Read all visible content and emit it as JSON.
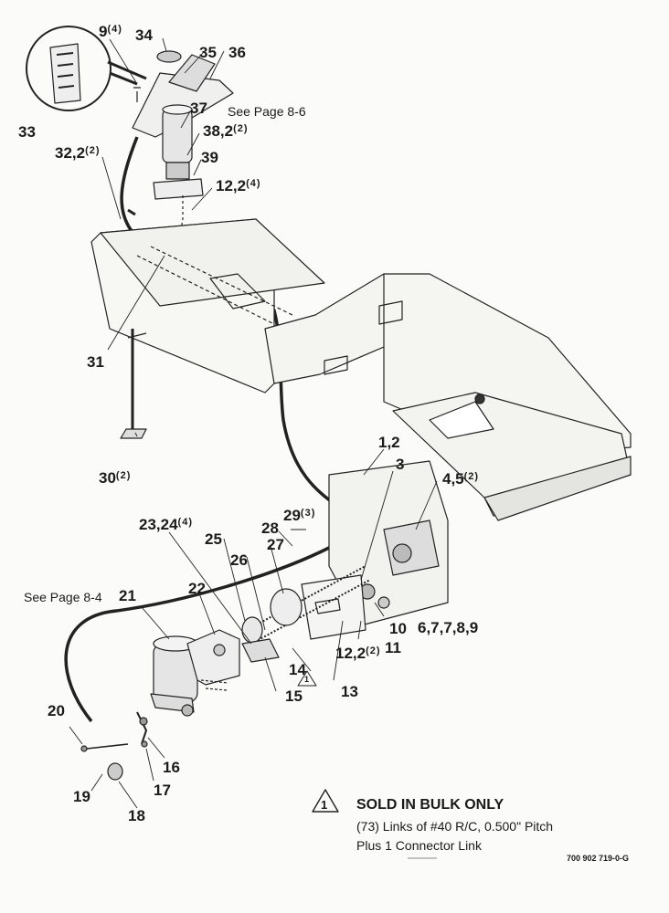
{
  "callouts": [
    {
      "id": "c9",
      "num": "9",
      "qty": "(4)"
    },
    {
      "id": "c34",
      "num": "34",
      "qty": ""
    },
    {
      "id": "c35",
      "num": "35",
      "qty": ""
    },
    {
      "id": "c36",
      "num": "36",
      "qty": ""
    },
    {
      "id": "c33",
      "num": "33",
      "qty": ""
    },
    {
      "id": "c37",
      "num": "37",
      "qty": ""
    },
    {
      "id": "c38",
      "num": "38,2",
      "qty": "(2)"
    },
    {
      "id": "c39",
      "num": "39",
      "qty": ""
    },
    {
      "id": "c32",
      "num": "32,2",
      "qty": "(2)"
    },
    {
      "id": "c12a",
      "num": "12,2",
      "qty": "(4)"
    },
    {
      "id": "c31",
      "num": "31",
      "qty": ""
    },
    {
      "id": "c30",
      "num": "30",
      "qty": "(2)"
    },
    {
      "id": "c1",
      "num": "1,2",
      "qty": ""
    },
    {
      "id": "c3",
      "num": "3",
      "qty": ""
    },
    {
      "id": "c4",
      "num": "4,5",
      "qty": "(2)"
    },
    {
      "id": "c29",
      "num": "29",
      "qty": "(3)"
    },
    {
      "id": "c23",
      "num": "23,24",
      "qty": "(4)"
    },
    {
      "id": "c28",
      "num": "28",
      "qty": ""
    },
    {
      "id": "c25",
      "num": "25",
      "qty": ""
    },
    {
      "id": "c27",
      "num": "27",
      "qty": ""
    },
    {
      "id": "c26",
      "num": "26",
      "qty": ""
    },
    {
      "id": "c21",
      "num": "21",
      "qty": ""
    },
    {
      "id": "c22",
      "num": "22",
      "qty": ""
    },
    {
      "id": "c10",
      "num": "10",
      "qty": ""
    },
    {
      "id": "c6",
      "num": "6,7,7,8,9",
      "qty": ""
    },
    {
      "id": "c11",
      "num": "11",
      "qty": ""
    },
    {
      "id": "c14",
      "num": "14",
      "qty": ""
    },
    {
      "id": "c12b",
      "num": "12,2",
      "qty": "(2)"
    },
    {
      "id": "c13",
      "num": "13",
      "qty": ""
    },
    {
      "id": "c15",
      "num": "15",
      "qty": ""
    },
    {
      "id": "c20",
      "num": "20",
      "qty": ""
    },
    {
      "id": "c16",
      "num": "16",
      "qty": ""
    },
    {
      "id": "c17",
      "num": "17",
      "qty": ""
    },
    {
      "id": "c19",
      "num": "19",
      "qty": ""
    },
    {
      "id": "c18",
      "num": "18",
      "qty": ""
    }
  ],
  "page_refs": {
    "top": "See Page 8-6",
    "left": "See Page 8-4"
  },
  "note": {
    "marker": "1",
    "title": "SOLD IN BULK ONLY",
    "line1": "(73) Links of #40 R/C, 0.500\" Pitch",
    "line2": "Plus 1 Connector Link"
  },
  "doc_number": "700 902 719-0-G",
  "callout_14_marker": "1",
  "colors": {
    "ink": "#1b1b1b",
    "paper": "#fbfbf9",
    "shade": "#8a8a8a"
  }
}
